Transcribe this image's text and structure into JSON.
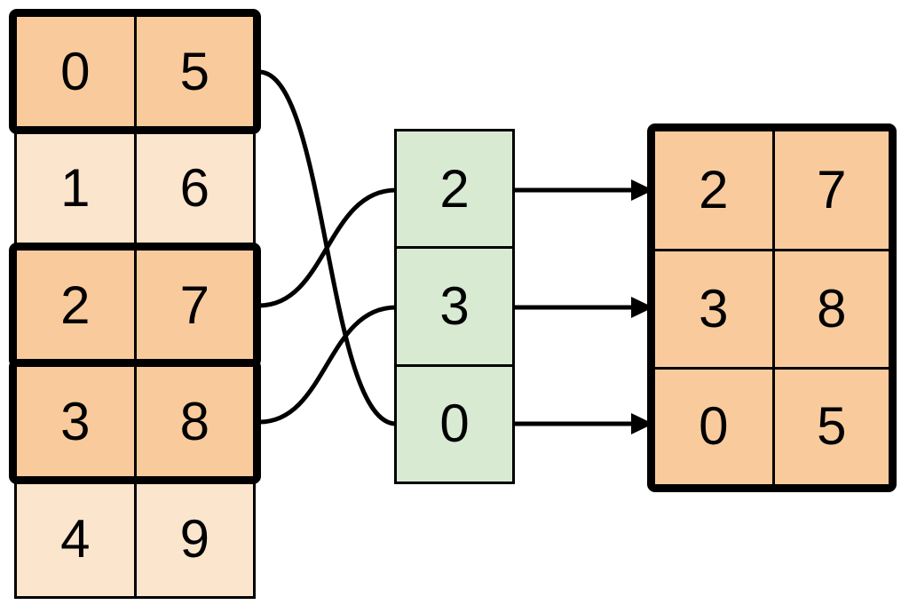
{
  "colors": {
    "highlight_fill": "#F9CB9C",
    "muted_fill": "#FCE5CD",
    "index_fill": "#D9EAD3",
    "line": "#000000",
    "background": "#FFFFFF"
  },
  "source_table": {
    "rows": [
      {
        "cells": [
          "0",
          "5"
        ],
        "highlighted": true
      },
      {
        "cells": [
          "1",
          "6"
        ],
        "highlighted": false
      },
      {
        "cells": [
          "2",
          "7"
        ],
        "highlighted": true
      },
      {
        "cells": [
          "3",
          "8"
        ],
        "highlighted": true
      },
      {
        "cells": [
          "4",
          "9"
        ],
        "highlighted": false
      }
    ]
  },
  "index_column": {
    "cells": [
      "2",
      "3",
      "0"
    ]
  },
  "result_table": {
    "rows": [
      {
        "cells": [
          "2",
          "7"
        ]
      },
      {
        "cells": [
          "3",
          "8"
        ]
      },
      {
        "cells": [
          "0",
          "5"
        ]
      }
    ]
  },
  "connections": {
    "curves": [
      {
        "from": "source-row-0-5",
        "to": "index-cell-0"
      },
      {
        "from": "source-row-2-7",
        "to": "index-cell-2"
      },
      {
        "from": "source-row-3-8",
        "to": "index-cell-3"
      }
    ],
    "arrows": [
      {
        "from": "index-cell-2",
        "to": "result-row-2-7"
      },
      {
        "from": "index-cell-3",
        "to": "result-row-3-8"
      },
      {
        "from": "index-cell-0",
        "to": "result-row-0-5"
      }
    ]
  }
}
